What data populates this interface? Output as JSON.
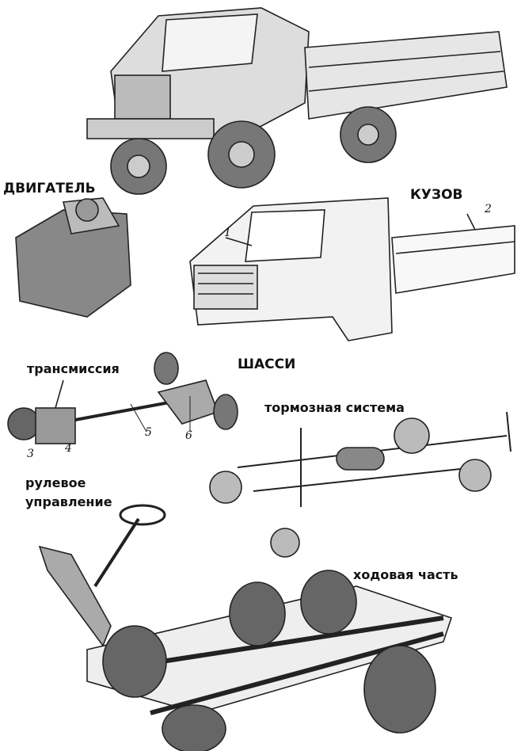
{
  "labels": {
    "engine": "ДВИГАТЕЛЬ",
    "body": "КУЗОВ",
    "chassis": "ШАССИ",
    "transmission": "трансмиссия",
    "brakes": "тормозная система",
    "steering_line1": "рулевое",
    "steering_line2": "управление",
    "running_gear": "ходовая часть"
  },
  "callouts": {
    "cab": "1",
    "platform": "2",
    "clutch": "3",
    "gearbox": "4",
    "driveshaft": "5",
    "rear_axle": "6"
  }
}
